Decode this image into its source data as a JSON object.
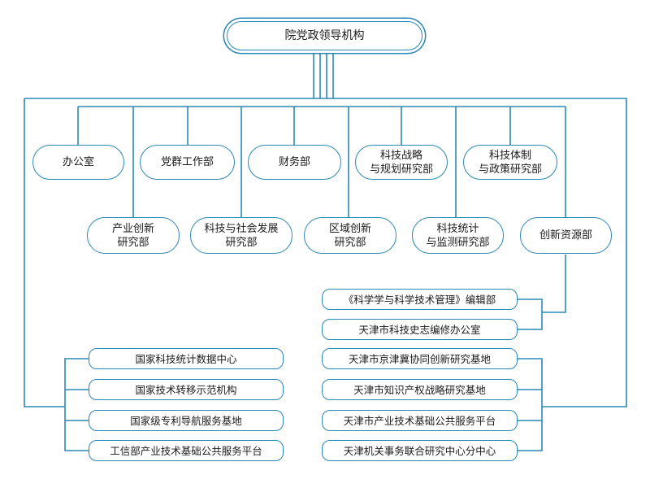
{
  "colors": {
    "line": "#2b88b5",
    "text": "#1a1a1a",
    "background": "#ffffff"
  },
  "top": {
    "label": "院党政领导机构"
  },
  "row1": [
    {
      "label": "办公室"
    },
    {
      "label": "党群工作部"
    },
    {
      "label": "财务部"
    },
    {
      "label": "科技战略\n与规划研究部"
    },
    {
      "label": "科技体制\n与政策研究部"
    }
  ],
  "row2": [
    {
      "label": "产业创新\n研究部"
    },
    {
      "label": "科技与社会发展\n研究部"
    },
    {
      "label": "区域创新\n研究部"
    },
    {
      "label": "科技统计\n与监测研究部"
    },
    {
      "label": "创新资源部"
    }
  ],
  "resource_units": [
    {
      "label": "《科学学与科学技术管理》编辑部"
    },
    {
      "label": "天津市科技史志编修办公室"
    }
  ],
  "left_units": [
    {
      "label": "国家科技统计数据中心"
    },
    {
      "label": "国家技术转移示范机构"
    },
    {
      "label": "国家级专利导航服务基地"
    },
    {
      "label": "工信部产业技术基础公共服务平台"
    }
  ],
  "right_units": [
    {
      "label": "天津市京津冀协同创新研究基地"
    },
    {
      "label": "天津市知识产权战略研究基地"
    },
    {
      "label": "天津市产业技术基础公共服务平台"
    },
    {
      "label": "天津机关事务联合研究中心分中心"
    }
  ]
}
